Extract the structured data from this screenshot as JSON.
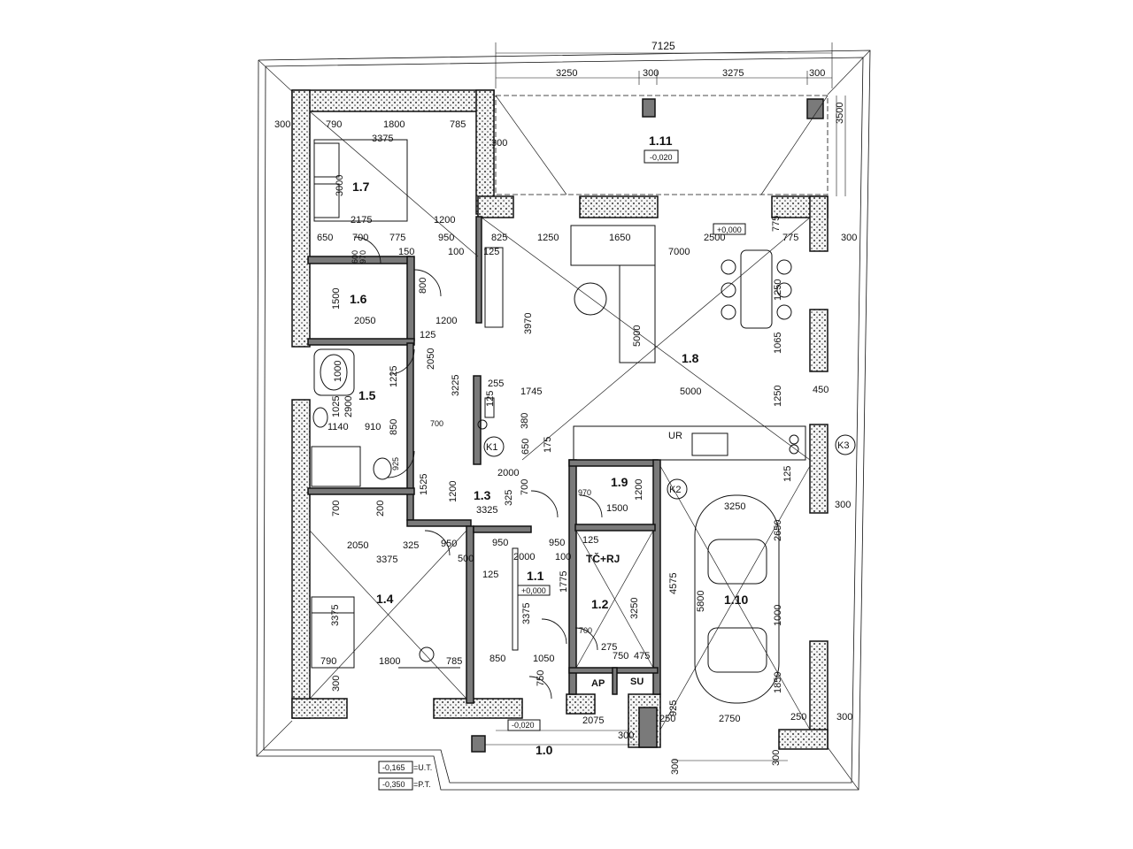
{
  "rooms": {
    "r1_0": "1.0",
    "r1_1": "1.1",
    "r1_2": "1.2",
    "r1_3": "1.3",
    "r1_4": "1.4",
    "r1_5": "1.5",
    "r1_6": "1.6",
    "r1_7": "1.7",
    "r1_8": "1.8",
    "r1_9": "1.9",
    "r1_10": "1.10",
    "r1_11": "1.11",
    "tc_rj": "TČ+RJ",
    "ap": "AP",
    "su": "SU",
    "ur": "UR"
  },
  "levels": {
    "terrace": "-0,020",
    "living": "+0,000",
    "hall": "+0,000",
    "entrance": "-0,020",
    "ut": "-0,165",
    "ut_label": "=U.T.",
    "pt": "-0,350",
    "pt_label": "=P.T."
  },
  "markers": {
    "k1": "K1",
    "k2": "K2",
    "k3": "K3"
  },
  "dims": {
    "top_total": "7125",
    "top_a": "3250",
    "top_b": "300",
    "top_c": "3275",
    "top_d": "300",
    "right_3500": "3500",
    "right_300a": "300",
    "right_300b": "300",
    "right_300c": "300",
    "left_300": "300",
    "bed_790": "790",
    "bed_1800": "1800",
    "bed_785": "785",
    "bed_3375": "3375",
    "bed_3000": "3000",
    "bed_2175": "2175",
    "bed_1200": "1200",
    "bed_300": "300",
    "row_650": "650",
    "row_700": "700",
    "row_775": "775",
    "row_950": "950",
    "row_825": "825",
    "row_1250": "1250",
    "row_1650": "1650",
    "row_2500": "2500",
    "row_775b": "775",
    "row_150": "150",
    "row_100": "100",
    "row_600": "600",
    "row_970": "970",
    "row_125": "125",
    "liv_7000": "7000",
    "liv_3970": "3970",
    "liv_5000v": "5000",
    "liv_5000": "5000",
    "liv_1745": "1745",
    "liv_1065": "1065",
    "liv_1250": "1250",
    "liv_1250b": "1250",
    "liv_450": "450",
    "liv_775": "775",
    "liv_255": "255",
    "liv_3225": "3225",
    "r16_1500": "1500",
    "r16_2050": "2050",
    "r16_800": "800",
    "r16_1200": "1200",
    "r16_125": "125",
    "r15_1000": "1000",
    "r15_1025": "1025",
    "r15_2900": "2900",
    "r15_1140": "1140",
    "r15_910": "910",
    "r15_850": "850",
    "r15_2050": "2050",
    "r15_1225": "1225",
    "r15_925": "925",
    "r15_700": "700",
    "hall_2000": "2000",
    "hall_3325": "3325",
    "hall_325": "325",
    "hall_700": "700",
    "hall_1200": "1200",
    "hall_1525": "1525",
    "hall_650": "650",
    "hall_380": "380",
    "hall_175": "175",
    "hall_125": "125",
    "r19_1200": "1200",
    "r19_1500": "1500",
    "r19_970": "970",
    "r14_700": "700",
    "r14_200": "200",
    "r14_2050": "2050",
    "r14_325": "325",
    "r14_950": "950",
    "r14_3375": "3375",
    "r14_500": "500",
    "r14_3375v": "3375",
    "r14_790": "790",
    "r14_1800": "1800",
    "r14_785": "785",
    "r14_300": "300",
    "r11_950": "950",
    "r11_950b": "950",
    "r11_2000": "2000",
    "r11_100": "100",
    "r11_125": "125",
    "r11_3375": "3375",
    "r11_1775": "1775",
    "r11_850": "850",
    "r11_1050": "1050",
    "r11_750": "750",
    "r12_3250": "3250",
    "r12_275": "275",
    "r12_750": "750",
    "r12_475": "475",
    "r12_4575": "4575",
    "r12_125": "125",
    "r12_700": "700",
    "gar_3250": "3250",
    "gar_2650": "2650",
    "gar_5800": "5800",
    "gar_1000": "1000",
    "gar_1850": "1850",
    "gar_2750": "2750",
    "gar_250": "250",
    "gar_250b": "250",
    "gar_925": "925",
    "gar_125": "125",
    "ent_2075": "2075",
    "ent_300": "300",
    "ent_300b": "300",
    "ent_300c": "300"
  }
}
